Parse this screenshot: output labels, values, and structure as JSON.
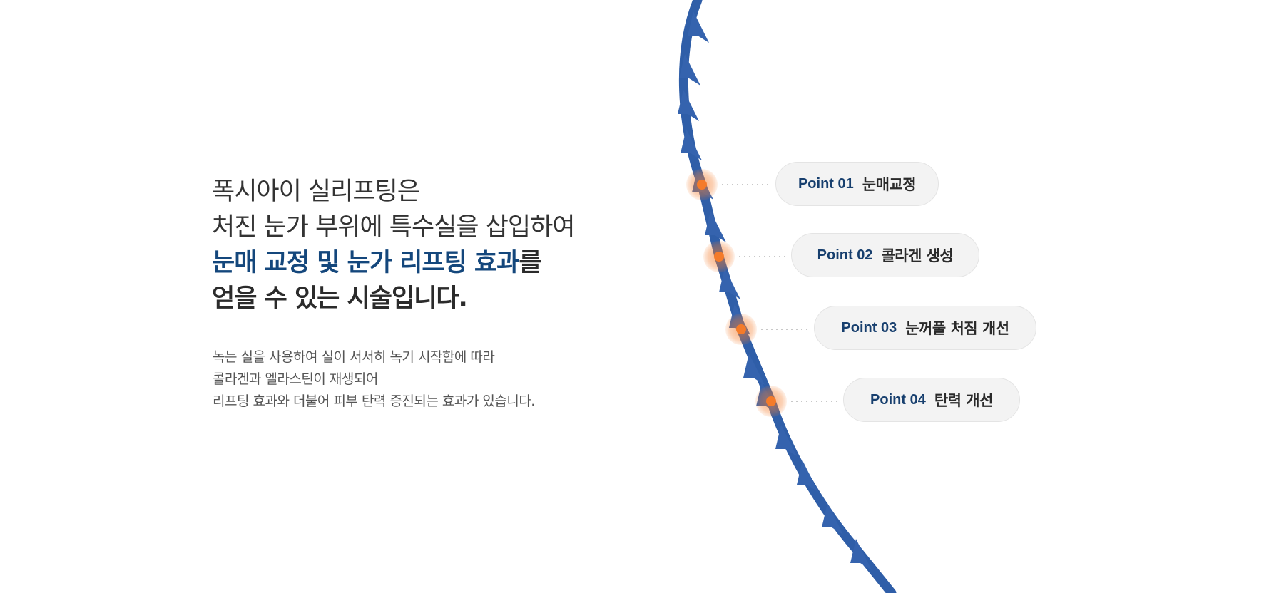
{
  "headline": {
    "line1": "폭시아이 실리프팅은",
    "line2": "처진 눈가 부위에 특수실을 삽입하여",
    "line3_highlight": "눈매 교정 및 눈가 리프팅 효과",
    "line3_rest": "를",
    "line4": "얻을 수 있는 시술입니다."
  },
  "description": [
    "녹는 실을 사용하여 실이 서서히 녹기 시작함에 따라",
    "콜라겐과 엘라스틴이 재생되어",
    "리프팅 효과와 더불어 피부 탄력 증진되는 효과가 있습니다."
  ],
  "points": [
    {
      "label": "Point 01",
      "text": "눈매교정"
    },
    {
      "label": "Point 02",
      "text": "콜라겐 생성"
    },
    {
      "label": "Point 03",
      "text": "눈꺼풀 처짐 개선"
    },
    {
      "label": "Point 04",
      "text": "탄력 개선"
    }
  ],
  "colors": {
    "thread": "#2f5ea8",
    "accent": "#14477c",
    "dot": "#f47b2a"
  }
}
